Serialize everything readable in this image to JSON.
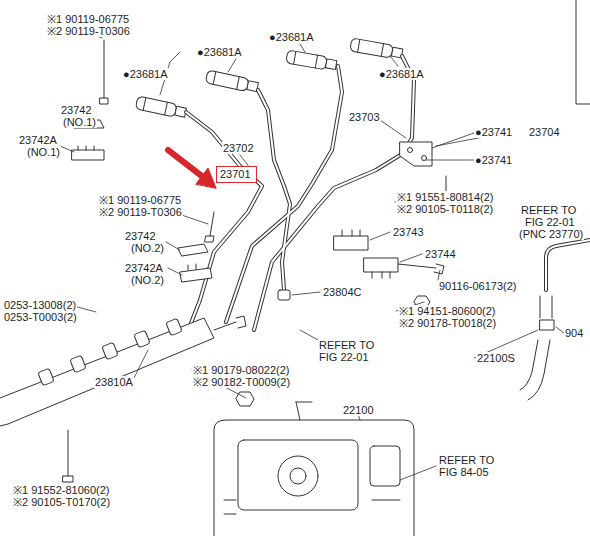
{
  "diagram": {
    "nodes": [
      {
        "text": [
          "23701"
        ]
      }
    ],
    "labels": [
      "※1 90119-06775",
      "※2 90119-T0306",
      "●23681A",
      "●23681A",
      "●23681A",
      "●23681A",
      "23742",
      "(NO.1)",
      "23742A",
      "(NO.1)",
      "23703",
      "●23741",
      "23704",
      "●23741",
      "23702",
      "※1 91551-80814(2)",
      "※2 90105-T0118(2)",
      "※1 90119-06775",
      "※2 90119-T0306",
      "REFER TO",
      "FIG 22-01",
      "(PNC 23770)",
      "23743",
      "23742",
      "(NO.2)",
      "23742A",
      "(NO.2)",
      "23744",
      "90116-06173(2)",
      "23804C",
      "※1 94151-80600(2)",
      "※2 90178-T0018(2)",
      "0253-13008(2)",
      "0253-T0003(2)",
      "904",
      "REFER TO",
      "FIG 22-01",
      "22100S",
      "※1 90179-08022(2)",
      "※2 90182-T0009(2)",
      "23810A",
      "22100",
      "REFER TO",
      "FIG 84-05",
      "※1 91552-81060(2)",
      "※2 90105-T0170(2)"
    ]
  }
}
